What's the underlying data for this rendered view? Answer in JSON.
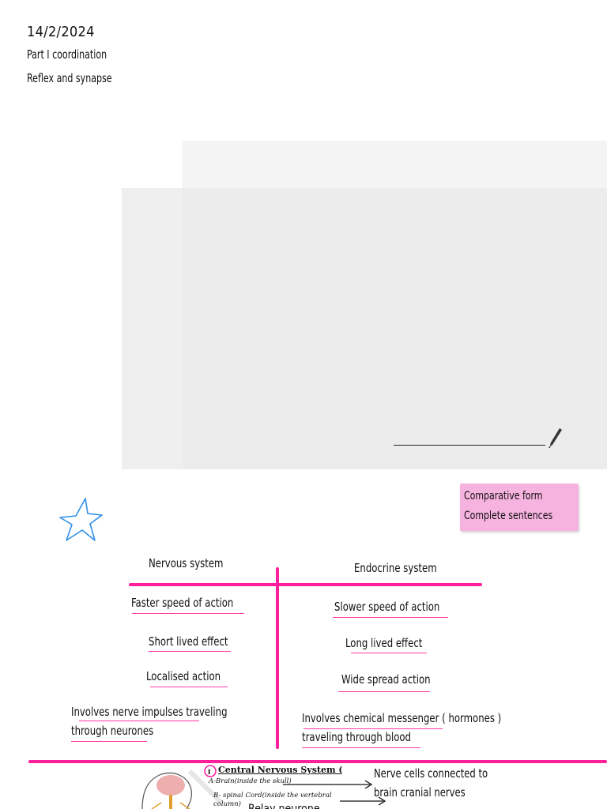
{
  "header": {
    "date": "14/2/2024",
    "line1": "Part I coordination",
    "line2": "Reflex and synapse"
  },
  "note": {
    "line1": "Comparative form",
    "line2": "Complete sentences"
  },
  "table": {
    "col1_header": "Nervous system",
    "col2_header": "Endocrine system",
    "rows": [
      {
        "left": "Faster speed of action",
        "right": "Slower speed of action"
      },
      {
        "left": "Short lived effect",
        "right": "Long lived effect"
      },
      {
        "left": "Localised action",
        "right": "Wide spread action"
      },
      {
        "left_1": "Involves nerve impulses traveling",
        "left_2": "through neurones",
        "right_1": "Involves chemical messenger   ( hormones )",
        "right_2": "traveling through blood"
      }
    ]
  },
  "figure": {
    "cns_label": "Central Nervous System (",
    "brain_label": "A-Brain(inside the skull)",
    "spinal_label_1": "B- spinal Cord(inside the vertebral",
    "spinal_label_2": "column)",
    "relay": "Relay neurone",
    "right_1": "Nerve cells connected to",
    "right_2": "brain cranial nerves",
    "accent": "#ff1f9c"
  }
}
